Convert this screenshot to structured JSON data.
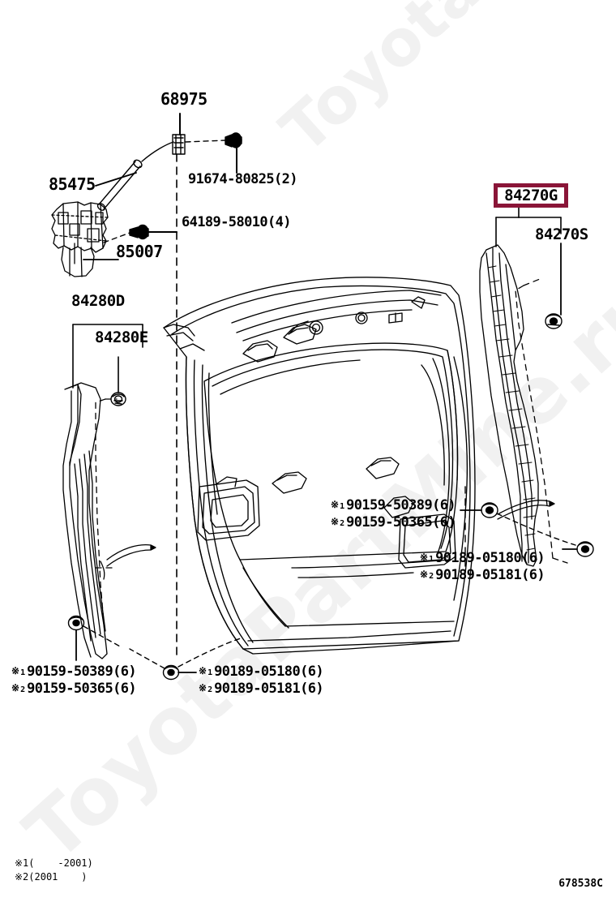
{
  "diagram": {
    "code": "678538C",
    "highlight_color": "#8a1538",
    "watermark_text": "ToyotaPartMine.ru"
  },
  "highlight": {
    "part_number": "84270G"
  },
  "labels": {
    "top_center": "68975",
    "bolt_91674": "91674-80825(2)",
    "stay_85475": "85475",
    "bolt_64189": "64189-58010(4)",
    "motor_85007": "85007",
    "left_outer_84280D": "84280D",
    "left_inner_84280E": "84280E",
    "right_84270S": "84270S"
  },
  "notes": [
    {
      "name": "center-clip-note",
      "lines": [
        {
          "mark": "※",
          "sub": "1",
          "number": "90159-50389(6)"
        },
        {
          "mark": "※",
          "sub": "2",
          "number": "90159-50365(6)"
        }
      ]
    },
    {
      "name": "right-clip-note",
      "lines": [
        {
          "mark": "※",
          "sub": "1",
          "number": "90189-05180(6)"
        },
        {
          "mark": "※",
          "sub": "2",
          "number": "90189-05181(6)"
        }
      ]
    },
    {
      "name": "bottom-left-clip-note",
      "lines": [
        {
          "mark": "※",
          "sub": "1",
          "number": "90159-50389(6)"
        },
        {
          "mark": "※",
          "sub": "2",
          "number": "90159-50365(6)"
        }
      ]
    },
    {
      "name": "bottom-center-clip-note",
      "lines": [
        {
          "mark": "※",
          "sub": "1",
          "number": "90189-05180(6)"
        },
        {
          "mark": "※",
          "sub": "2",
          "number": "90189-05181(6)"
        }
      ]
    }
  ],
  "legend": {
    "line1": "※1(    -2001)",
    "line2": "※2(2001    )"
  }
}
